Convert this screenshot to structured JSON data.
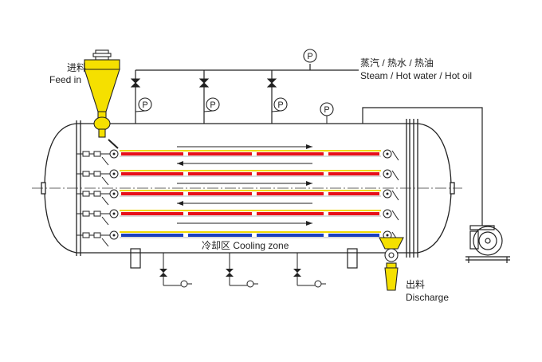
{
  "labels": {
    "feed_cn": "进料",
    "feed_en": "Feed in",
    "steam_cn": "蒸汽 / 热水 / 热油",
    "steam_en": "Steam / Hot water / Hot oil",
    "cooling_cn": "冷却区",
    "cooling_en": "Cooling zone",
    "discharge_cn": "出料",
    "discharge_en": "Discharge"
  },
  "gauge_letter": "P",
  "colors": {
    "line": "#222222",
    "hopper": "#f5e000",
    "heater": "#e8101a",
    "cooler": "#1a3fbf",
    "belt_yellow": "#f0d800",
    "belt_grey": "#bbbbbb"
  }
}
